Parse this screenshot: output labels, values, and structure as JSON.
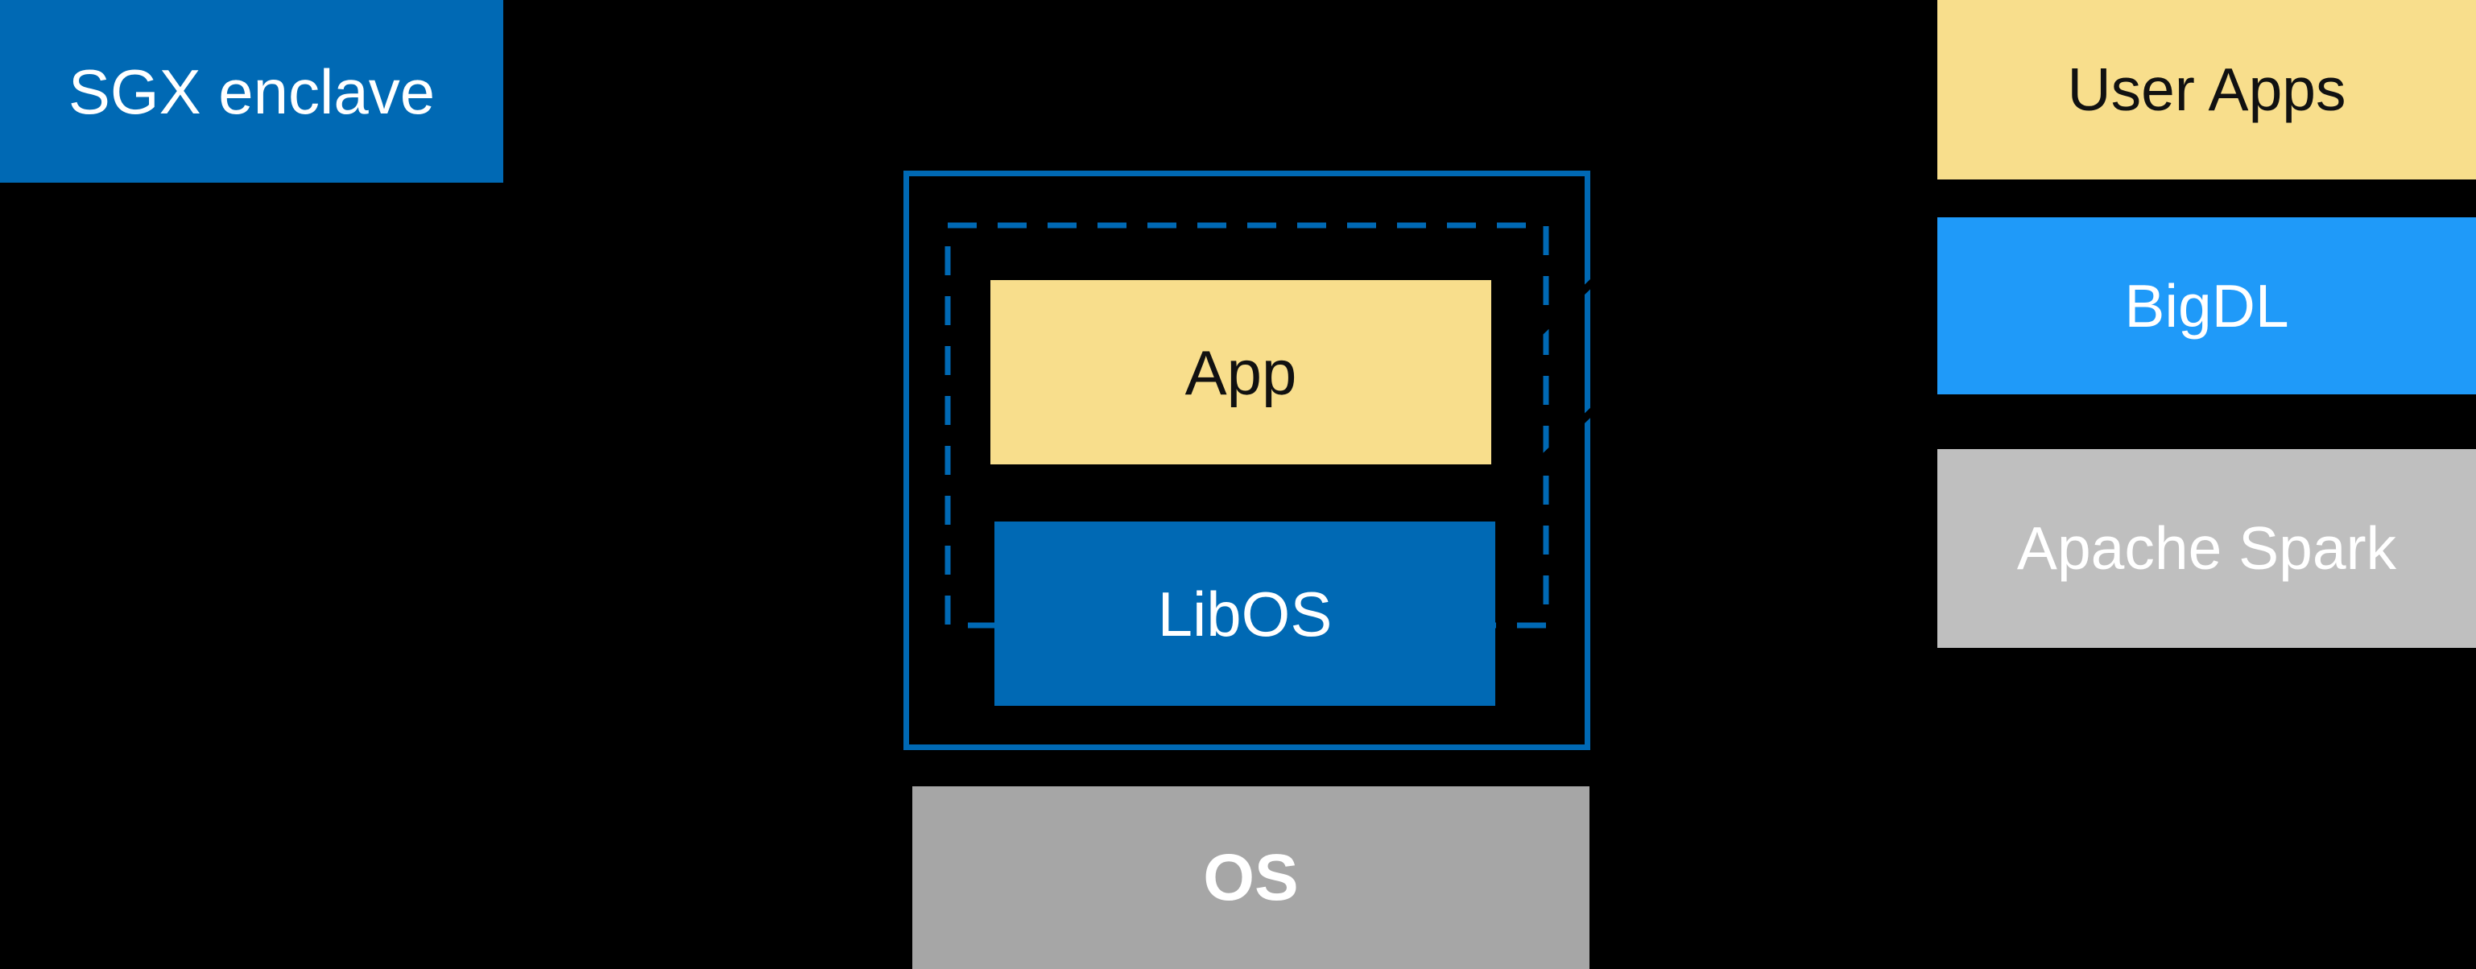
{
  "colors": {
    "background": "#000000",
    "intel_blue": "#0069B4",
    "bigdl_blue": "#1F9AF9",
    "app_yellow": "#F8DE8C",
    "spark_gray": "#BFBFBF",
    "os_gray": "#A6A6A6",
    "label_dark": "#111111",
    "label_light": "#FFFFFF"
  },
  "sgx_enclave": {
    "label": "SGX enclave"
  },
  "enclave_box": {
    "app_label": "App",
    "libos_label": "LibOS"
  },
  "os": {
    "label": "OS"
  },
  "stack": {
    "user_apps_label": "User Apps",
    "bigdl_label": "BigDL",
    "spark_label": "Apache Spark"
  }
}
